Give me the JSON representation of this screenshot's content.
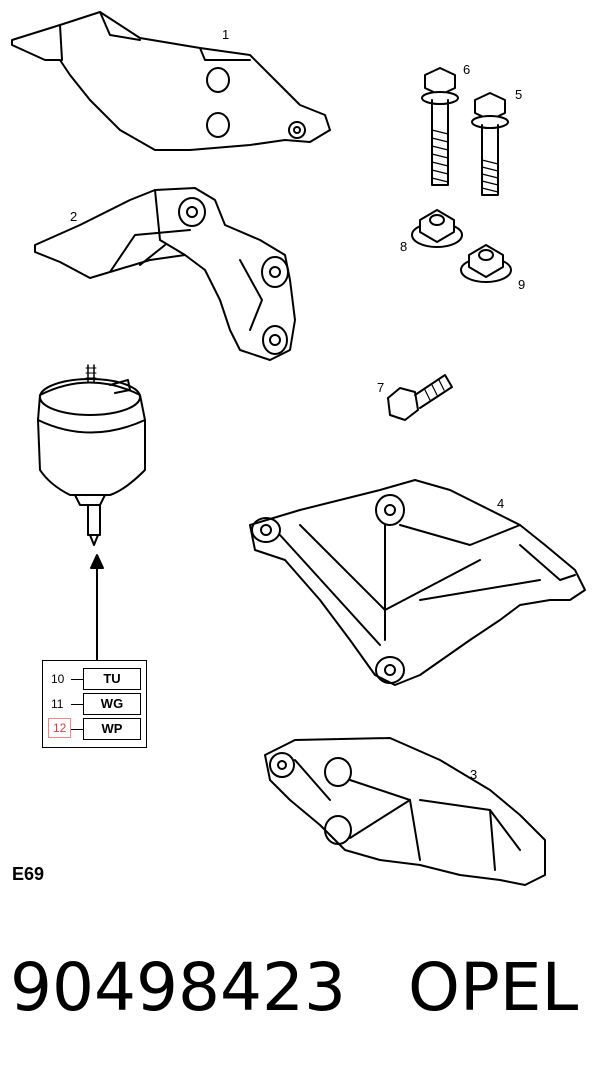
{
  "diagram_code": "E69",
  "part_number": "90498423",
  "brand": "OPEL",
  "callouts": [
    "1",
    "2",
    "3",
    "4",
    "5",
    "6",
    "7",
    "8",
    "9"
  ],
  "variant_table": [
    {
      "num": "10",
      "code": "TU",
      "highlighted": false
    },
    {
      "num": "11",
      "code": "WG",
      "highlighted": false
    },
    {
      "num": "12",
      "code": "WP",
      "highlighted": true
    }
  ],
  "colors": {
    "line": "#000000",
    "highlight": "#e88888"
  }
}
